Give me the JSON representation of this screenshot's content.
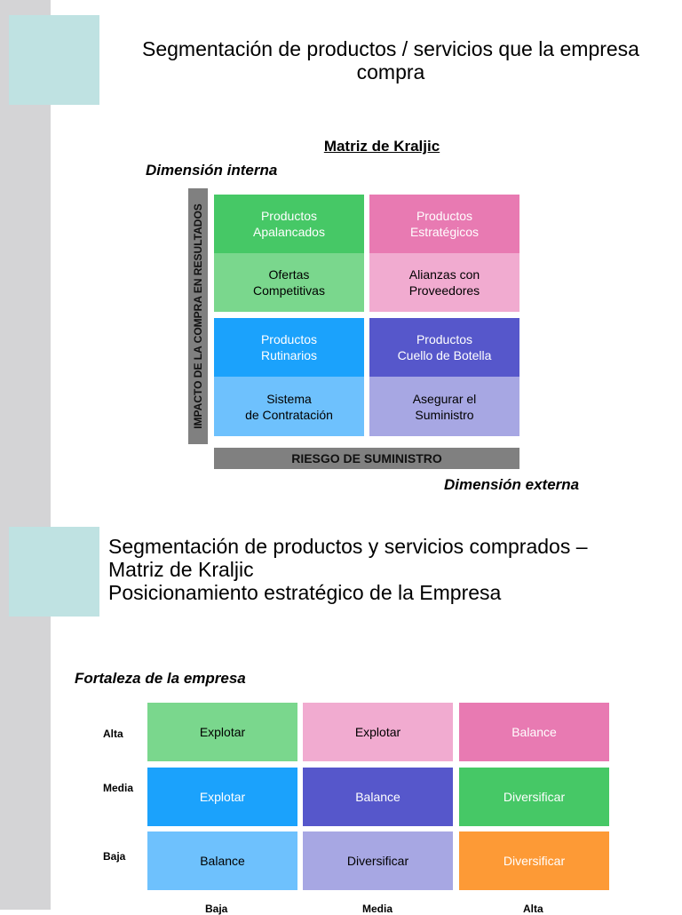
{
  "slide1": {
    "title": "Segmentación de productos / servicios que la empresa compra",
    "matrix_heading": "Matriz de Kraljic",
    "dimension_internal": "Dimensión interna",
    "dimension_external": "Dimensión externa",
    "y_axis_label": "IMPACTO DE LA COMPRA EN RESULTADOS",
    "x_axis_label": "RIESGO DE SUMINISTRO",
    "quadrants": {
      "top_left": {
        "heading": "Productos\nApalancados",
        "body": "Ofertas\nCompetitivas",
        "heading_color": "#46c866",
        "body_color": "#7ad78d"
      },
      "top_right": {
        "heading": "Productos\nEstratégicos",
        "body": "Alianzas con\nProveedores",
        "heading_color": "#e87ab2",
        "body_color": "#f1abd0"
      },
      "bottom_left": {
        "heading": "Productos\nRutinarios",
        "body": "Sistema\nde Contratación",
        "heading_color": "#1ba2fc",
        "body_color": "#6ec1fd"
      },
      "bottom_right": {
        "heading": "Productos\nCuello de Botella",
        "body": "Asegurar el\nSuministro",
        "heading_color": "#5657cb",
        "body_color": "#a7a7e3"
      }
    }
  },
  "slide2": {
    "title_lines": [
      "Segmentación de productos y servicios comprados –",
      "Matriz de Kraljic",
      "Posicionamiento estratégico de la Empresa"
    ],
    "strength_label": "Fortaleza de la empresa",
    "rows": [
      {
        "label": "Alta",
        "cells": [
          {
            "text": "Explotar",
            "color": "#7ad78d",
            "text_color": "#000"
          },
          {
            "text": "Explotar",
            "color": "#f1abd0",
            "text_color": "#000"
          },
          {
            "text": "Balance",
            "color": "#e87ab2",
            "text_color": "#fff"
          }
        ]
      },
      {
        "label": "Media",
        "cells": [
          {
            "text": "Explotar",
            "color": "#1ba2fc",
            "text_color": "#fff"
          },
          {
            "text": "Balance",
            "color": "#5657cb",
            "text_color": "#fff"
          },
          {
            "text": "Diversificar",
            "color": "#46c866",
            "text_color": "#fff"
          }
        ]
      },
      {
        "label": "Baja",
        "cells": [
          {
            "text": "Balance",
            "color": "#6ec1fd",
            "text_color": "#000"
          },
          {
            "text": "Diversificar",
            "color": "#a7a7e3",
            "text_color": "#000"
          },
          {
            "text": "Diversificar",
            "color": "#fd9a36",
            "text_color": "#fff"
          }
        ]
      }
    ],
    "column_labels": [
      "Baja",
      "Media",
      "Alta"
    ]
  }
}
